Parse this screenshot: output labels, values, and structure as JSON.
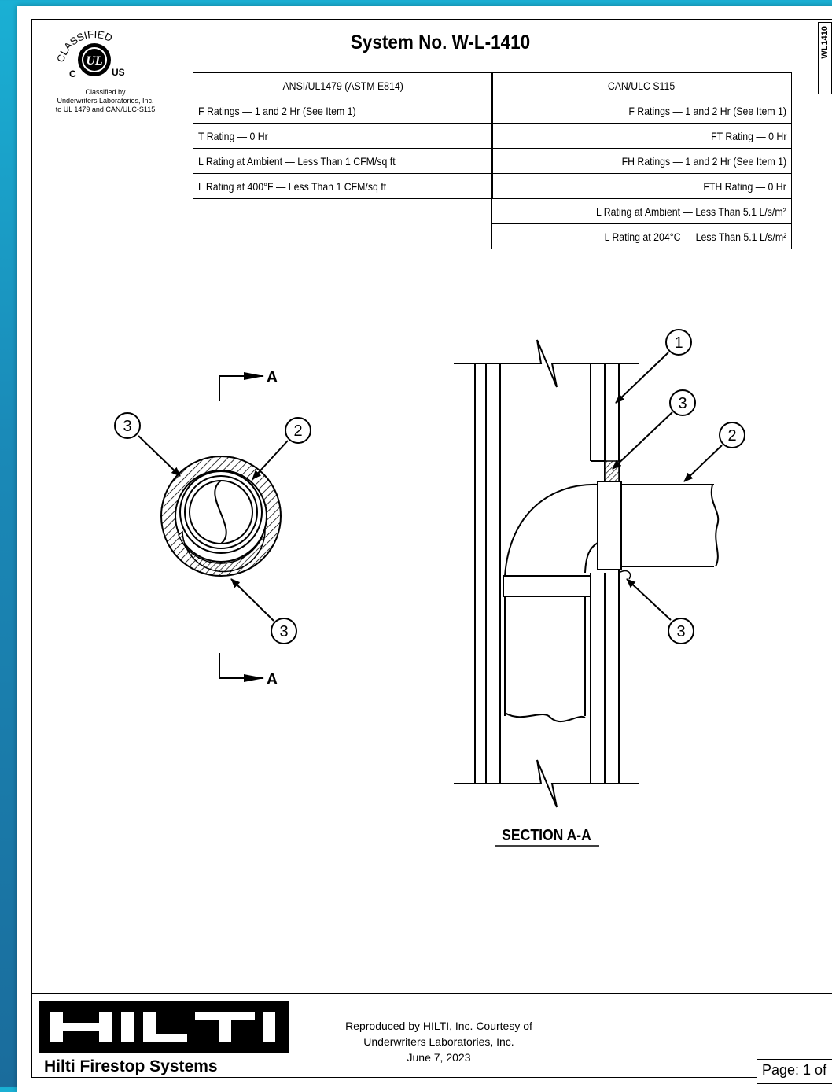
{
  "header": {
    "title": "System No. W-L-1410",
    "side_tab": "WL1410"
  },
  "ul_mark": {
    "arc_text": "CLASSIFIED",
    "c": "C",
    "us": "US",
    "caption_line1": "Classified by",
    "caption_line2": "Underwriters Laboratories, Inc.",
    "caption_line3": "to UL 1479 and CAN/ULC-S115"
  },
  "ratings": {
    "left_header": "ANSI/UL1479 (ASTM E814)",
    "right_header": "CAN/ULC S115",
    "left_rows": [
      "F Ratings — 1 and 2 Hr (See Item 1)",
      "T Rating — 0 Hr",
      "L Rating at Ambient — Less Than 1 CFM/sq ft",
      "L Rating at 400°F — Less Than 1 CFM/sq ft"
    ],
    "right_rows": [
      "F Ratings — 1 and 2 Hr (See Item 1)",
      "FT Rating — 0 Hr",
      "FH Ratings — 1 and 2 Hr (See Item 1)",
      "FTH Rating — 0 Hr",
      "L Rating at Ambient — Less Than 5.1 L/s/m²",
      "L Rating at 204°C — Less Than 5.1 L/s/m²"
    ]
  },
  "drawing": {
    "section_marker_top": "A",
    "section_marker_bottom": "A",
    "plan_callouts": [
      "3",
      "2",
      "3"
    ],
    "section_callouts": [
      "1",
      "3",
      "2",
      "3"
    ],
    "section_label": "SECTION A-A"
  },
  "footer": {
    "logo_text": "HILTI",
    "subtitle": "Hilti Firestop Systems",
    "repro_line1": "Reproduced by HILTI, Inc. Courtesy of",
    "repro_line2": "Underwriters Laboratories, Inc.",
    "repro_line3": "June 7, 2023",
    "page": "Page: 1 of"
  }
}
